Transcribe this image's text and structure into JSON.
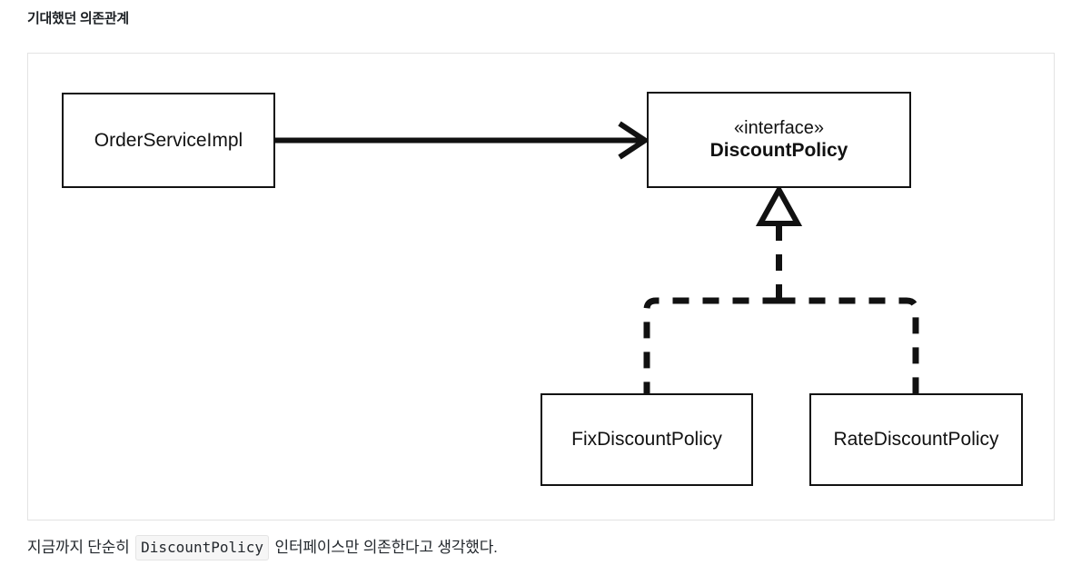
{
  "page": {
    "title": "기대했던 의존관계"
  },
  "diagram": {
    "type": "uml-class-diagram",
    "boxes": {
      "order_service_impl": {
        "name": "OrderServiceImpl",
        "stereotype": ""
      },
      "discount_policy": {
        "stereotype": "«interface»",
        "name": "DiscountPolicy"
      },
      "fix_discount_policy": {
        "name": "FixDiscountPolicy",
        "stereotype": ""
      },
      "rate_discount_policy": {
        "name": "RateDiscountPolicy",
        "stereotype": ""
      }
    },
    "relations": [
      {
        "id": "dependency",
        "from": "OrderServiceImpl",
        "to": "DiscountPolicy",
        "style": "solid",
        "arrow": "open-arrowhead",
        "label": ""
      },
      {
        "id": "realization-fix",
        "from": "FixDiscountPolicy",
        "to": "DiscountPolicy",
        "style": "dashed",
        "arrow": "hollow-triangle",
        "label": ""
      },
      {
        "id": "realization-rate",
        "from": "RateDiscountPolicy",
        "to": "DiscountPolicy",
        "style": "dashed",
        "arrow": "hollow-triangle",
        "label": ""
      }
    ],
    "colors": {
      "stroke": "#121212",
      "fill": "#ffffff",
      "frame_border": "#e3e3e3"
    }
  },
  "caption": {
    "text_before": "지금까지 단순히",
    "code": "DiscountPolicy",
    "text_after": "인터페이스만 의존한다고 생각했다."
  }
}
